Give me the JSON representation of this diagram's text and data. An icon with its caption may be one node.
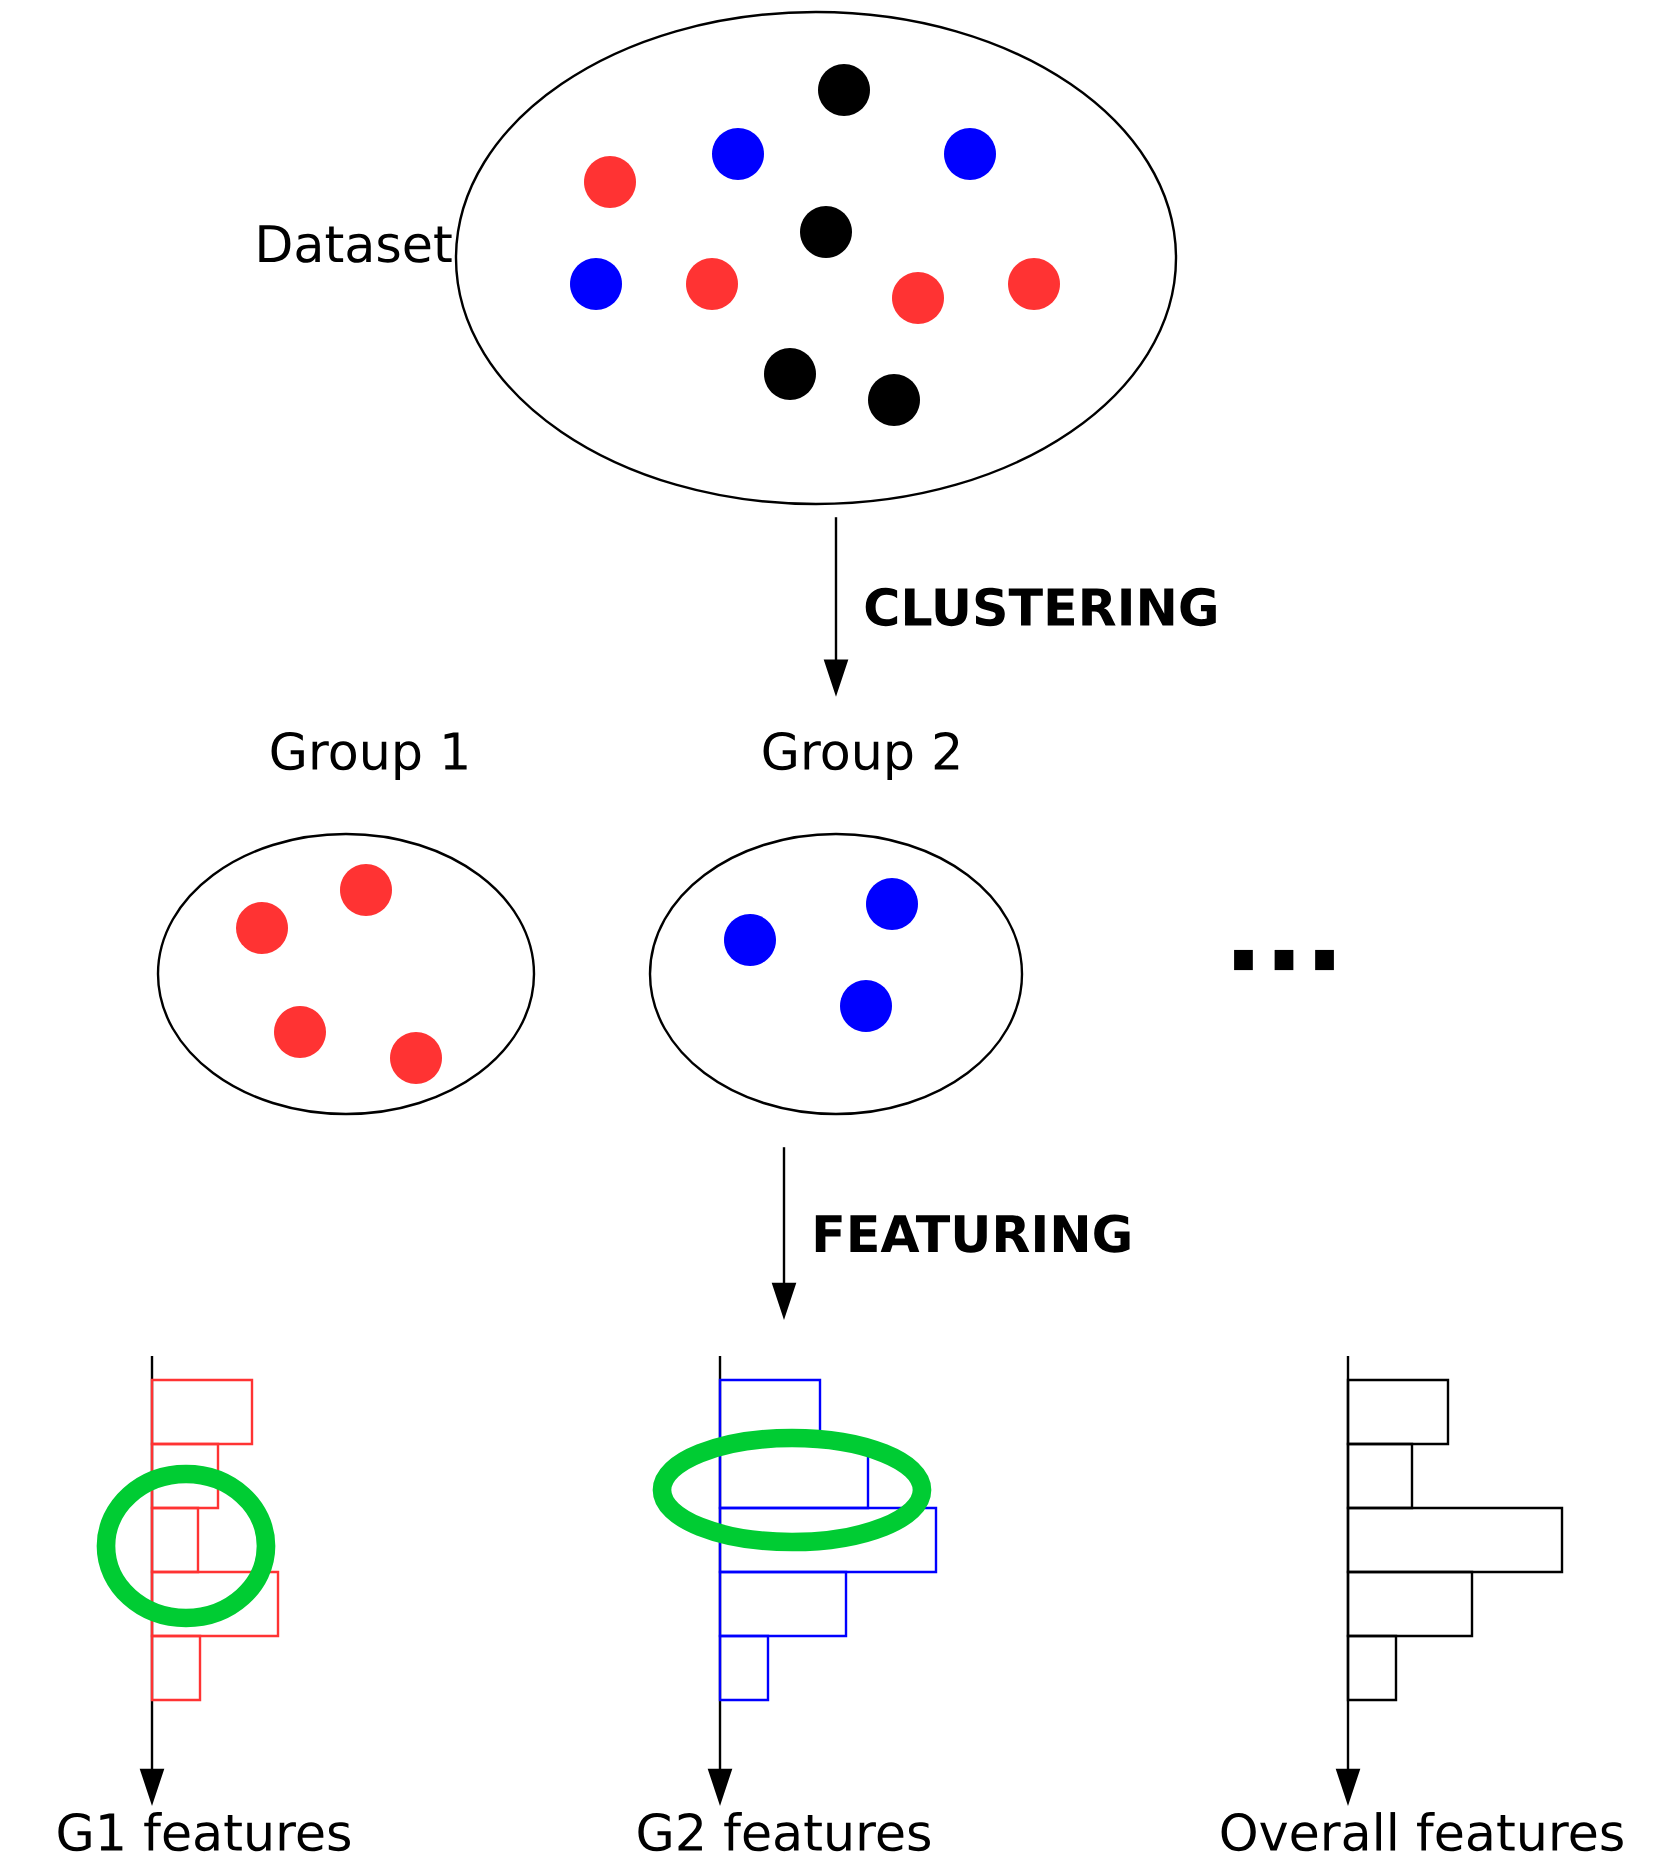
{
  "diagram": {
    "nodes": [
      {
        "text": [
          "Dataset"
        ]
      },
      {
        "text": [
          "Group 1"
        ]
      },
      {
        "text": [
          "Group 2"
        ]
      },
      {
        "text": [
          "G1 features"
        ]
      },
      {
        "text": [
          "G2 features"
        ]
      },
      {
        "text": [
          "Overall features"
        ]
      }
    ],
    "edges": [
      {
        "from": 0,
        "to": 2,
        "arrow": "to",
        "label": "CLUSTERING"
      },
      {
        "from": 2,
        "to": 4,
        "arrow": "to",
        "label": "FEATURING"
      }
    ],
    "labels": [
      "..."
    ]
  }
}
